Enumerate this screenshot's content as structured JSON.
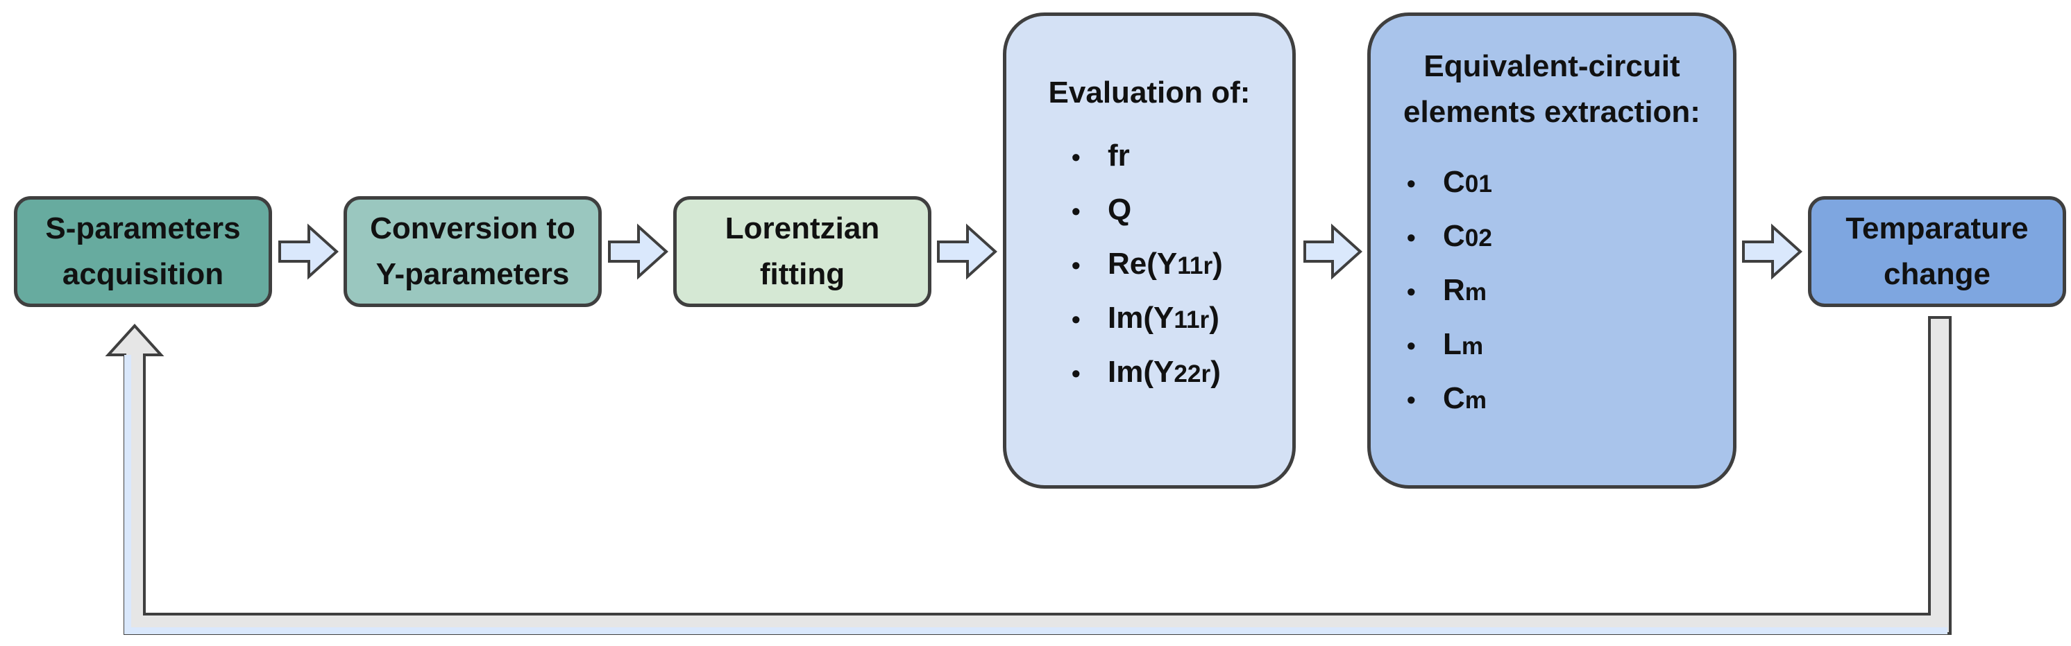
{
  "colors": {
    "n1": "#67ab9f",
    "n2": "#9ac7bf",
    "n3": "#d5e8d4",
    "n4": "#d4e1f5",
    "n5": "#a9c4eb",
    "n6": "#7ea6e0",
    "border": "#3f3f3f",
    "arrow_fill": "#dae8fc",
    "arrow_stroke": "#3f3f3f"
  },
  "nodes": {
    "s_params": {
      "label": "S-parameters\nacquisition"
    },
    "conversion": {
      "label": "Conversion to\nY-parameters"
    },
    "lorentzian": {
      "label": "Lorentzian\nfitting"
    },
    "evaluation": {
      "title": "Evaluation of:",
      "items": [
        {
          "base": "fr",
          "sub": "",
          "suffix": ""
        },
        {
          "base": "Q",
          "sub": "",
          "suffix": ""
        },
        {
          "base": "Re(Y",
          "sub": "11r",
          "suffix": ")"
        },
        {
          "base": "Im(Y",
          "sub": "11r",
          "suffix": ")"
        },
        {
          "base": "Im(Y",
          "sub": "22r",
          "suffix": ")"
        }
      ]
    },
    "extraction": {
      "title": "Equivalent-circuit\nelements extraction:",
      "items": [
        {
          "base": "C",
          "sub": "01",
          "suffix": ""
        },
        {
          "base": "C",
          "sub": "02",
          "suffix": ""
        },
        {
          "base": "R",
          "sub": "m",
          "suffix": ""
        },
        {
          "base": "L",
          "sub": "m",
          "suffix": ""
        },
        {
          "base": "C",
          "sub": "m",
          "suffix": ""
        }
      ]
    },
    "temperature": {
      "label": "Temparature\nchange"
    }
  },
  "bullet_symbol": "•"
}
